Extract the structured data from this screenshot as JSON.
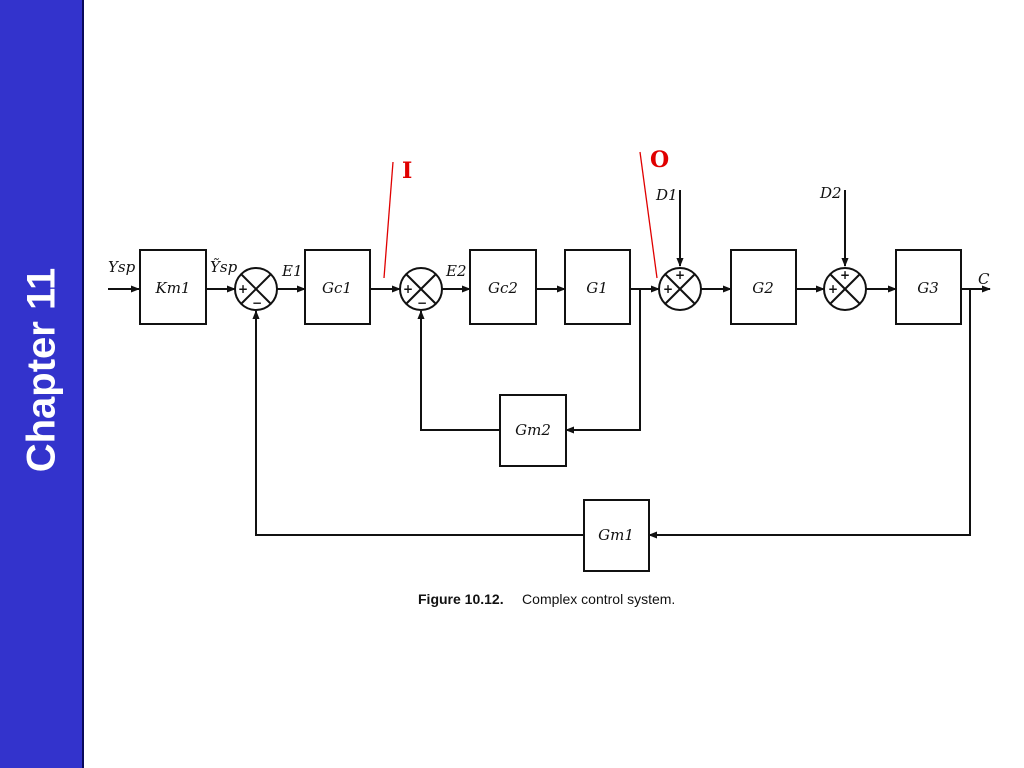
{
  "sidebar": {
    "title": "Chapter 11"
  },
  "annotations": {
    "inner": "I",
    "outer": "O"
  },
  "blocks": {
    "km1": "Km1",
    "gc1": "Gc1",
    "gc2": "Gc2",
    "g1": "G1",
    "g2": "G2",
    "g3": "G3",
    "gm2": "Gm2",
    "gm1": "Gm1"
  },
  "signals": {
    "ysp": "Ysp",
    "ysp_tilde": "Ỹsp",
    "e1": "E1",
    "e2": "E2",
    "d1": "D1",
    "d2": "D2",
    "c": "C"
  },
  "signs": {
    "plus": "+",
    "minus": "−"
  },
  "caption": {
    "number": "Figure 10.12.",
    "text": "Complex control system."
  },
  "colors": {
    "sidebar": "#3333cc",
    "annotation": "#e00000"
  }
}
